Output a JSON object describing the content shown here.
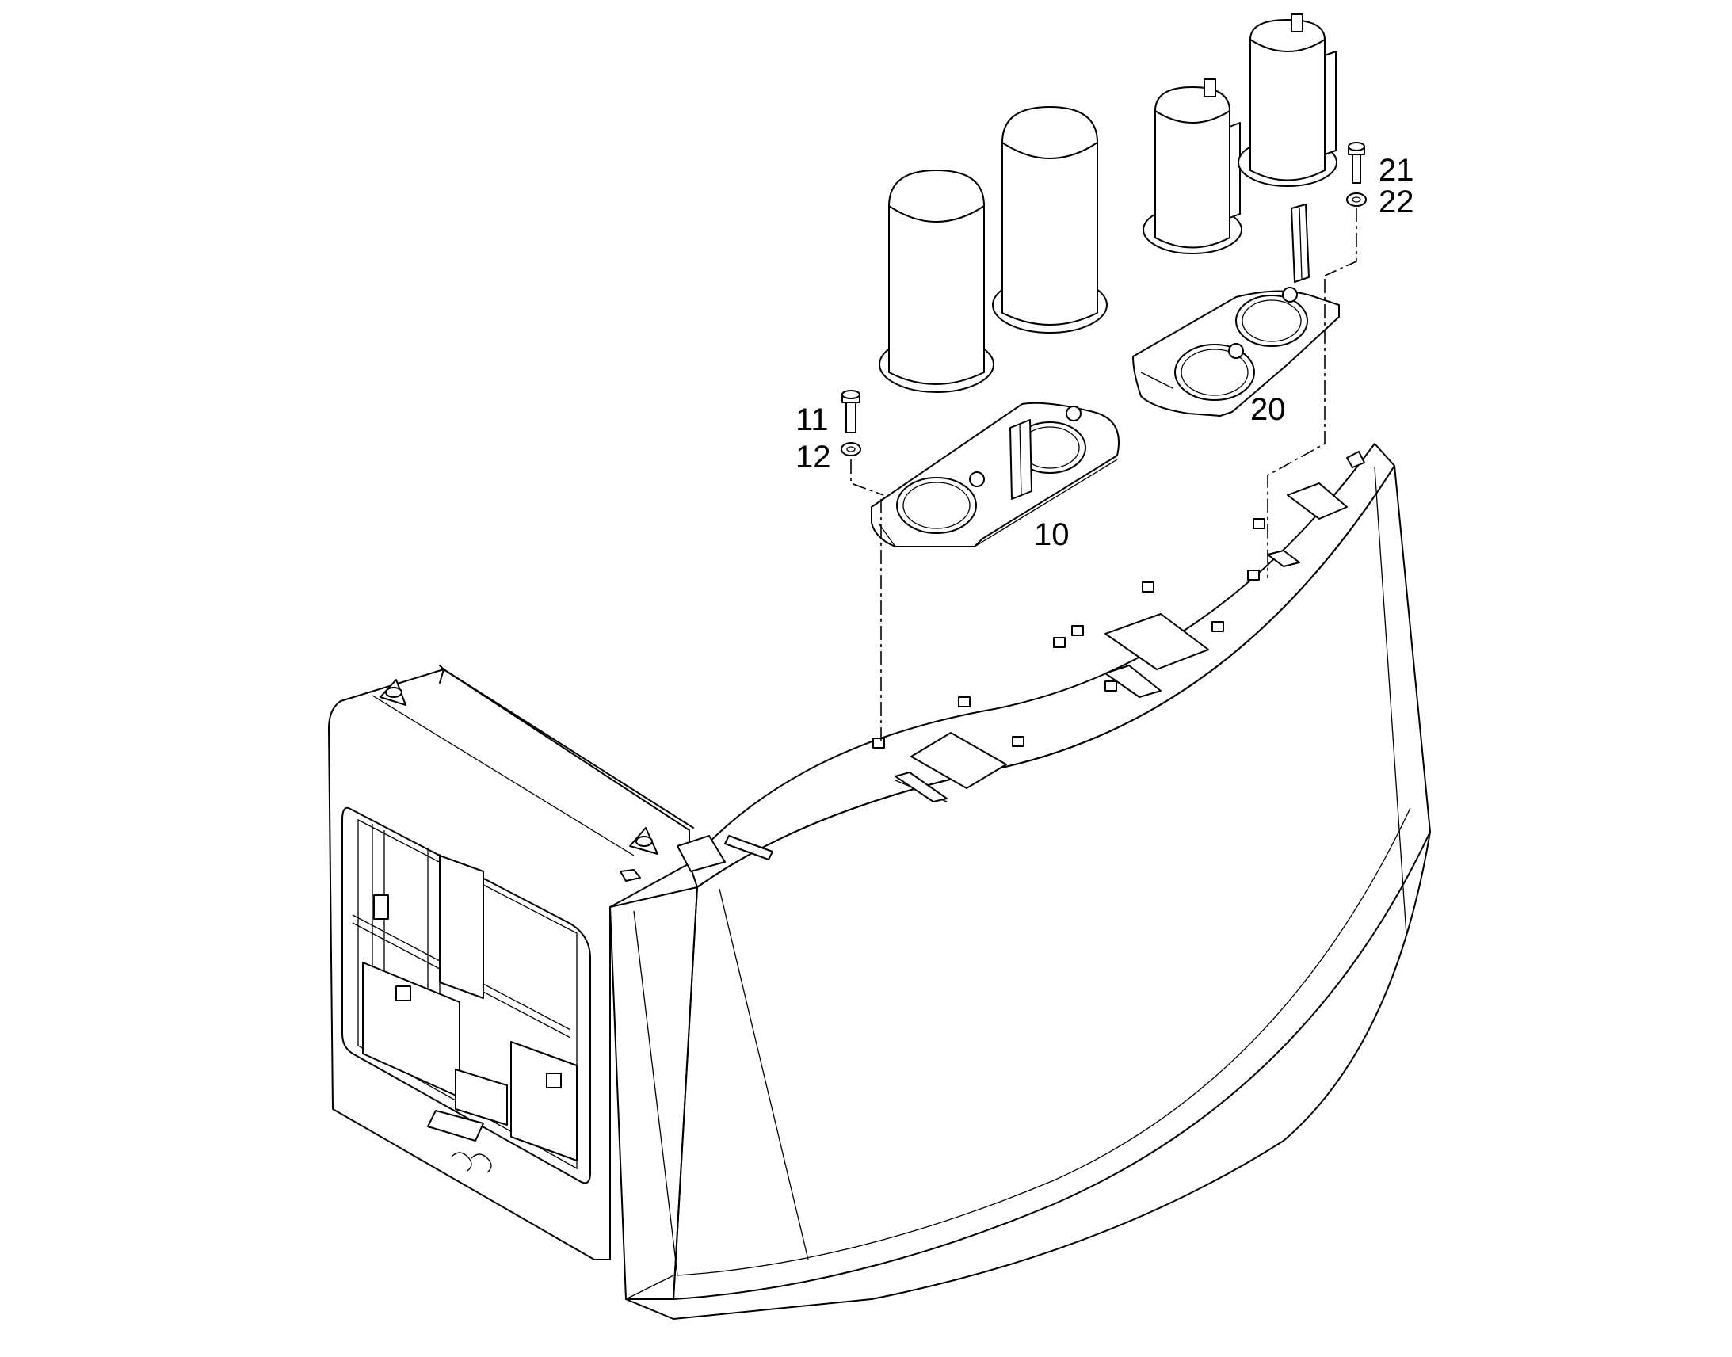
{
  "callouts": {
    "c10": "10",
    "c11": "11",
    "c12": "12",
    "c20": "20",
    "c21": "21",
    "c22": "22"
  },
  "colors": {
    "line": "#000000",
    "background": "#ffffff"
  }
}
